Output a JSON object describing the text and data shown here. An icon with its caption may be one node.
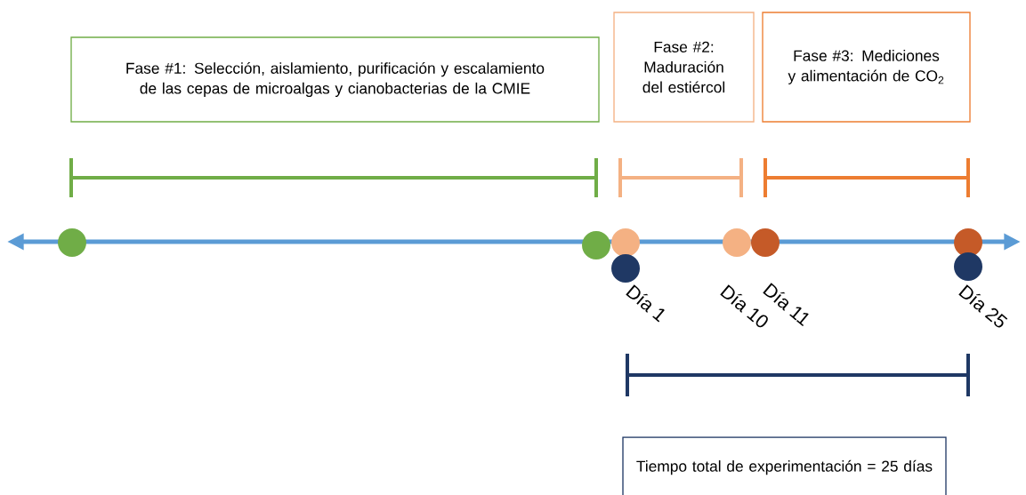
{
  "diagram": {
    "nodes": [
      {
        "text": [
          "Fase #1: Selección, aislamiento, purificación y escalamiento de las cepas de microalgas y cianobacterias de la CMIE"
        ]
      },
      {
        "text": [
          "Fase #2: Maduración del estiércol"
        ]
      },
      {
        "text": [
          "Fase #3: Mediciones y alimentación de CO$_{2}$"
        ]
      },
      {
        "text": [
          "Tiempo total de experimentación = 25 días"
        ]
      },
      {
        "text": [],
        "shape": "circle"
      },
      {
        "text": [],
        "shape": "circle"
      },
      {
        "text": [],
        "shape": "circle"
      },
      {
        "text": [],
        "shape": "circle"
      },
      {
        "text": [],
        "shape": "circle"
      },
      {
        "text": [],
        "shape": "circle"
      },
      {
        "text": [],
        "shape": "circle"
      },
      {
        "text": [],
        "shape": "circle"
      }
    ],
    "labels": [
      "Día 1",
      "Día 10",
      "Día 11",
      "Día 25"
    ]
  }
}
